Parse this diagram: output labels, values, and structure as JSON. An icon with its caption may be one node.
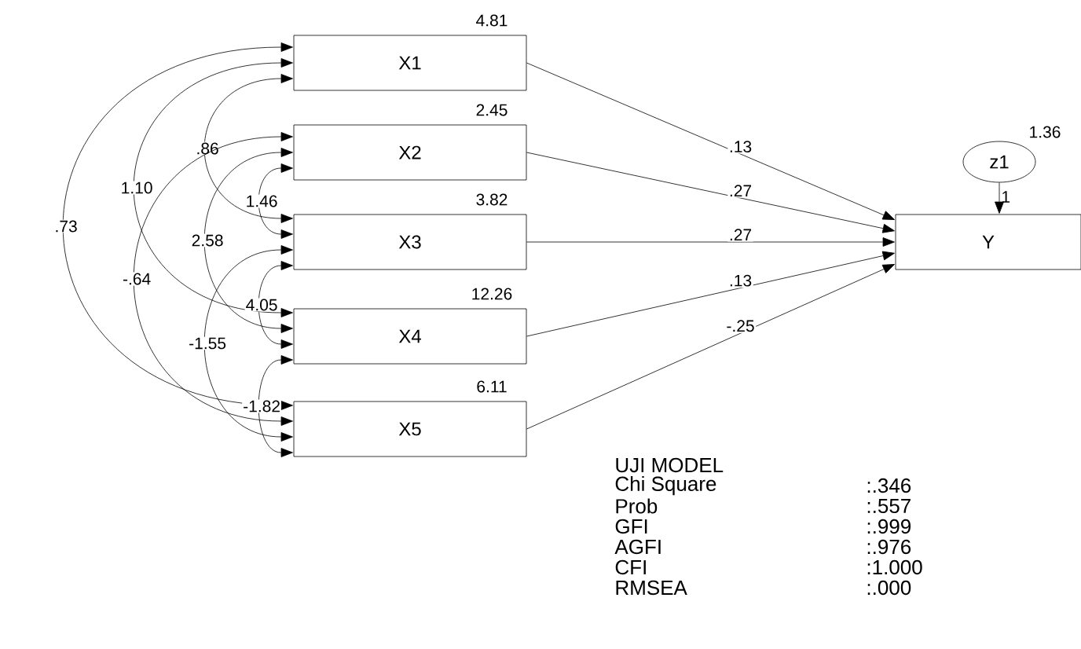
{
  "diagram": {
    "nodes": [
      {
        "text": [
          "X1"
        ],
        "beside": [
          "4.81"
        ]
      },
      {
        "text": [
          "X2"
        ],
        "beside": [
          "2.45"
        ]
      },
      {
        "text": [
          "X3"
        ],
        "beside": [
          "3.82"
        ]
      },
      {
        "text": [
          "X4"
        ],
        "beside": [
          "12.26"
        ]
      },
      {
        "text": [
          "X5"
        ],
        "beside": [
          "6.11"
        ]
      },
      {
        "text": [
          "Y"
        ]
      },
      {
        "text": [
          "z1"
        ],
        "beside": [
          "1.36"
        ]
      }
    ],
    "edges": [
      {
        "from": 0,
        "to": 5,
        "arrow": "to",
        "label": ".13"
      },
      {
        "from": 1,
        "to": 5,
        "arrow": "to",
        "label": ".27"
      },
      {
        "from": 2,
        "to": 5,
        "arrow": "to",
        "label": ".27"
      },
      {
        "from": 3,
        "to": 5,
        "arrow": "to",
        "label": ".13"
      },
      {
        "from": 4,
        "to": 5,
        "arrow": "to",
        "label": "-.25"
      },
      {
        "from": 6,
        "to": 5,
        "arrow": "to",
        "label": "1"
      },
      {
        "from": 0,
        "to": 2,
        "arrow": "both",
        "label": ".86"
      },
      {
        "from": 0,
        "to": 3,
        "arrow": "both",
        "label": "1.10"
      },
      {
        "from": 0,
        "to": 4,
        "arrow": "both",
        "label": ".73"
      },
      {
        "from": 1,
        "to": 2,
        "arrow": "both",
        "label": "1.46"
      },
      {
        "from": 1,
        "to": 3,
        "arrow": "both",
        "label": "2.58"
      },
      {
        "from": 1,
        "to": 4,
        "arrow": "both",
        "label": "-.64"
      },
      {
        "from": 2,
        "to": 3,
        "arrow": "both",
        "label": "4.05"
      },
      {
        "from": 2,
        "to": 4,
        "arrow": "both",
        "label": "-1.55"
      },
      {
        "from": 3,
        "to": 4,
        "arrow": "both",
        "label": "-1.82"
      }
    ],
    "labels": [
      "UJI MODEL",
      "Chi Square",
      ":.346",
      "Prob",
      ":.557",
      "GFI",
      ":.999",
      "AGFI",
      ":.976",
      "CFI",
      ":1.000",
      "RMSEA",
      ":.000"
    ]
  }
}
